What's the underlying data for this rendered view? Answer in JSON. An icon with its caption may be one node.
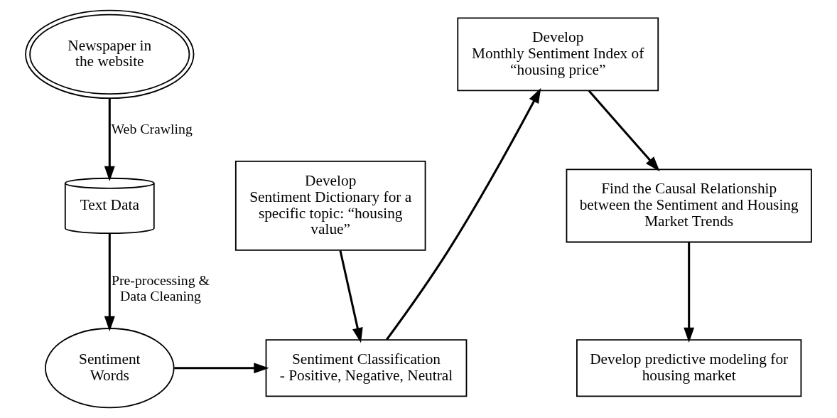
{
  "diagram": {
    "nodes": [
      {
        "text": [
          "Newspaper in the website"
        ]
      },
      {
        "text": [
          "Text Data"
        ]
      },
      {
        "text": [
          "Sentiment Words"
        ]
      },
      {
        "text": [
          "Develop",
          "Sentiment Dictionary for a specific topic: “housing value”"
        ]
      },
      {
        "text": [
          "Sentiment Classification",
          "- Positive, Negative, Neutral"
        ]
      },
      {
        "text": [
          "Develop",
          "Monthly Sentiment Index of “housing price”"
        ]
      },
      {
        "text": [
          "Find the Causal Relationship between the Sentiment and Housing Market Trends"
        ]
      },
      {
        "text": [
          "Develop predictive modeling for housing market"
        ]
      }
    ],
    "edges": [
      {
        "from": 0,
        "to": 1,
        "arrow": "to",
        "label": "Web Crawling"
      },
      {
        "from": 1,
        "to": 2,
        "arrow": "to",
        "label": "Pre-processing & Data Cleaning"
      },
      {
        "from": 2,
        "to": 4,
        "arrow": "to"
      },
      {
        "from": 3,
        "to": 4,
        "arrow": "to"
      },
      {
        "from": 4,
        "to": 5,
        "arrow": "to"
      },
      {
        "from": 5,
        "to": 6,
        "arrow": "to"
      },
      {
        "from": 6,
        "to": 7,
        "arrow": "to"
      }
    ]
  }
}
